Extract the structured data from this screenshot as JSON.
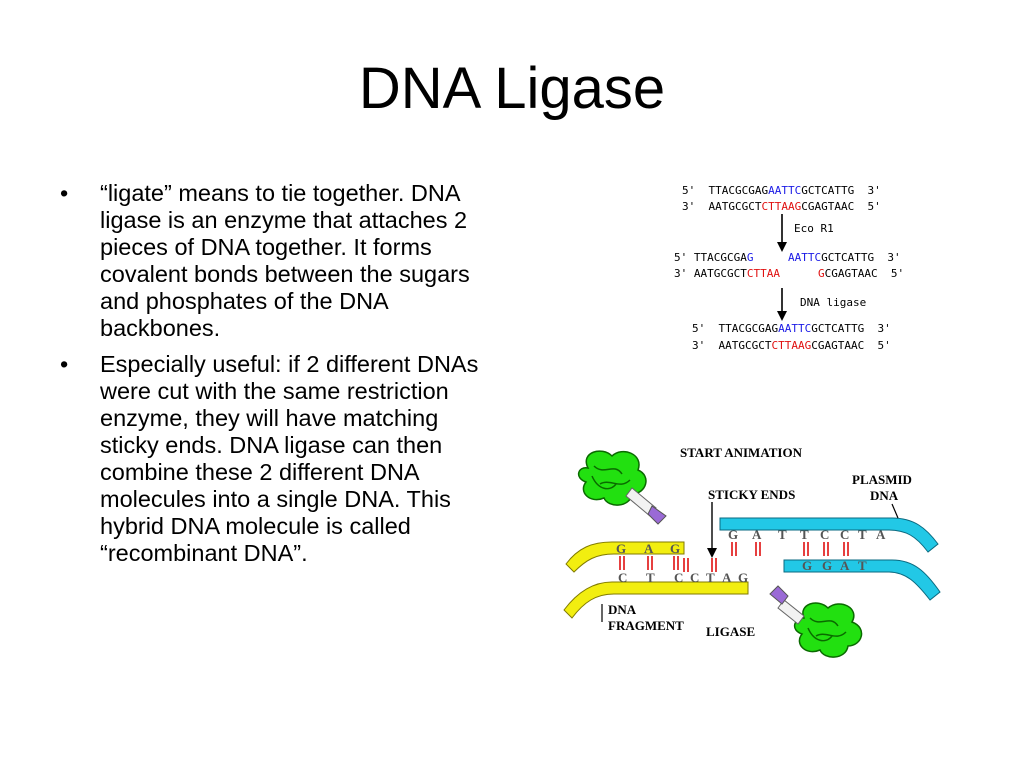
{
  "title": "DNA Ligase",
  "bullets": [
    "“ligate” means to tie together. DNA ligase is an enzyme that attaches 2 pieces of DNA together.  It forms covalent bonds between the sugars and phosphates of the DNA backbones.",
    "Especially useful: if 2 different DNAs were cut with the same restriction enzyme, they will have matching sticky ends.  DNA ligase can then combine these 2 different DNA molecules into a single DNA.  This hybrid DNA molecule is called “recombinant DNA”."
  ],
  "bullet_glyph": "•",
  "dna_diagram": {
    "five_prime": "5'",
    "three_prime": "3'",
    "top1": {
      "pre": "TTACGCGAG",
      "site": "AATTC",
      "post": "GCTCATTG"
    },
    "bot1": {
      "pre": "AATGCGCT",
      "site": "CTTAAG",
      "post": "CGAGTAAC"
    },
    "enzyme_label": "Eco R1",
    "top2_left": {
      "pre": "TTACGCGA",
      "end": "G"
    },
    "top2_right": {
      "site": "AATTC",
      "post": "GCTCATTG"
    },
    "bot2_left": {
      "pre": "AATGCGCT",
      "end": "CTTAA"
    },
    "bot2_right": {
      "site": "G",
      "post": "CGAGTAAC"
    },
    "ligase_label": "DNA ligase",
    "top3": {
      "pre": "TTACGCGAG",
      "site": "AATTC",
      "post": "GCTCATTG"
    },
    "bot3": {
      "pre": "AATGCGCT",
      "site": "CTTAAG",
      "post": "CGAGTAAC"
    }
  },
  "animation": {
    "start": "START ANIMATION",
    "sticky_ends": "STICKY ENDS",
    "plasmid_line1": "PLASMID",
    "plasmid_line2": "DNA",
    "fragment_line1": "DNA",
    "fragment_line2": "FRAGMENT",
    "ligase": "LIGASE",
    "plasmid_top_bases": [
      "G",
      "A",
      "T",
      "T",
      "C",
      "C",
      "T",
      "A"
    ],
    "plasmid_bottom_bases": [
      "G",
      "G",
      "A",
      "T"
    ],
    "fragment_top_bases": [
      "G",
      "A",
      "G"
    ],
    "fragment_bottom_bases": [
      "C",
      "T",
      "C",
      "C",
      "T",
      "A",
      "G"
    ]
  },
  "colors": {
    "blue_site": "#1a1ae6",
    "red_site": "#e01010",
    "fragment": "#f2ee10",
    "plasmid": "#22c8e6",
    "ligase": "#22e010",
    "bond": "#e01010"
  }
}
